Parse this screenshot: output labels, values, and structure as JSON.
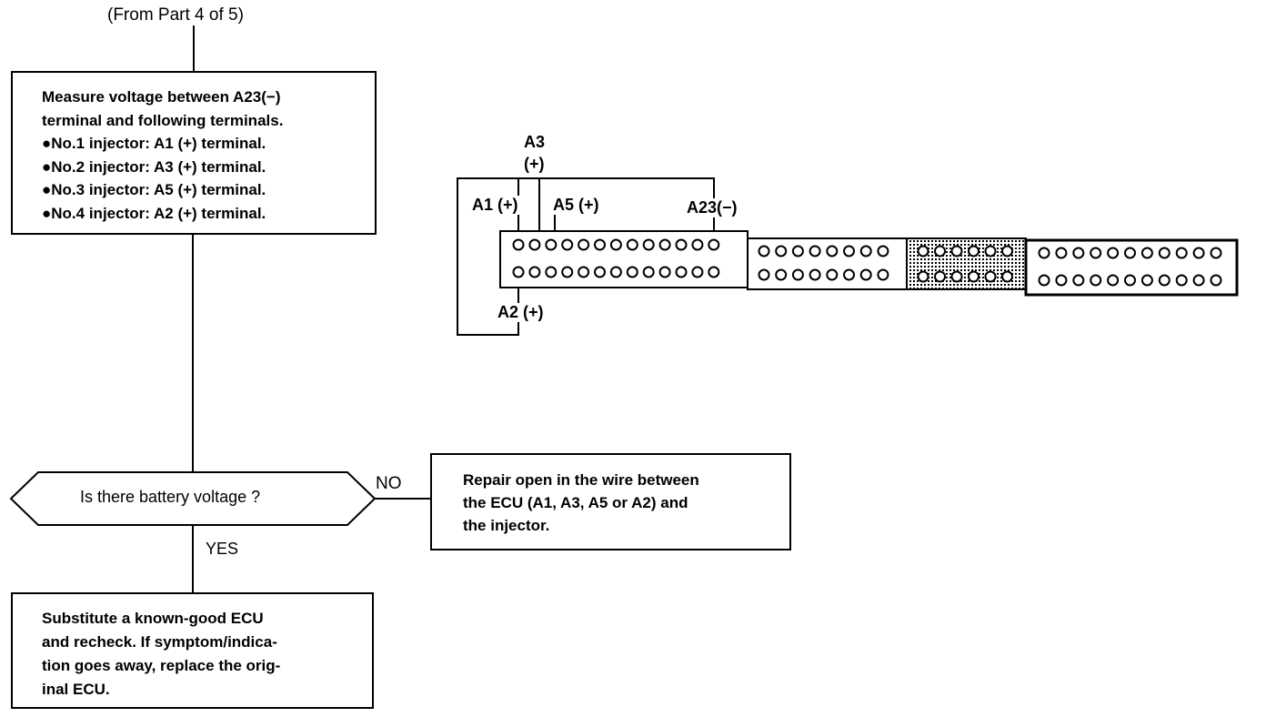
{
  "header": {
    "from_text": "(From Part 4 of 5)"
  },
  "measure_box": {
    "lines": [
      "Measure voltage between A23(−)",
      "terminal and following terminals.",
      "●No.1  injector:  A1  (+) terminal.",
      "●No.2  injector:  A3  (+) terminal.",
      "●No.3  injector:  A5  (+) terminal.",
      "●No.4  injector:  A2  (+) terminal."
    ]
  },
  "decision": {
    "question": "Is there battery voltage ?",
    "no_label": "NO",
    "yes_label": "YES"
  },
  "repair_box": {
    "lines": [
      "Repair open in the wire between",
      "the ECU (A1, A3, A5 or A2) and",
      "the injector."
    ]
  },
  "substitute_box": {
    "lines": [
      "Substitute  a  known-good  ECU",
      "and recheck.  If symptom/indica-",
      "tion goes away, replace the orig-",
      "inal ECU."
    ]
  },
  "connector": {
    "labels": {
      "a3": "A3",
      "a3_sign": "(+)",
      "a1": "A1 (+)",
      "a5": "A5 (+)",
      "a23": "A23(−)",
      "a2": "A2 (+)"
    },
    "sections": [
      {
        "pins_per_row": 13,
        "rows": 2,
        "shaded": false
      },
      {
        "pins_per_row": 8,
        "rows": 2,
        "shaded": false
      },
      {
        "pins_per_row": 6,
        "rows": 2,
        "shaded": true
      },
      {
        "pins_per_row": 11,
        "rows": 2,
        "shaded": false
      }
    ]
  }
}
